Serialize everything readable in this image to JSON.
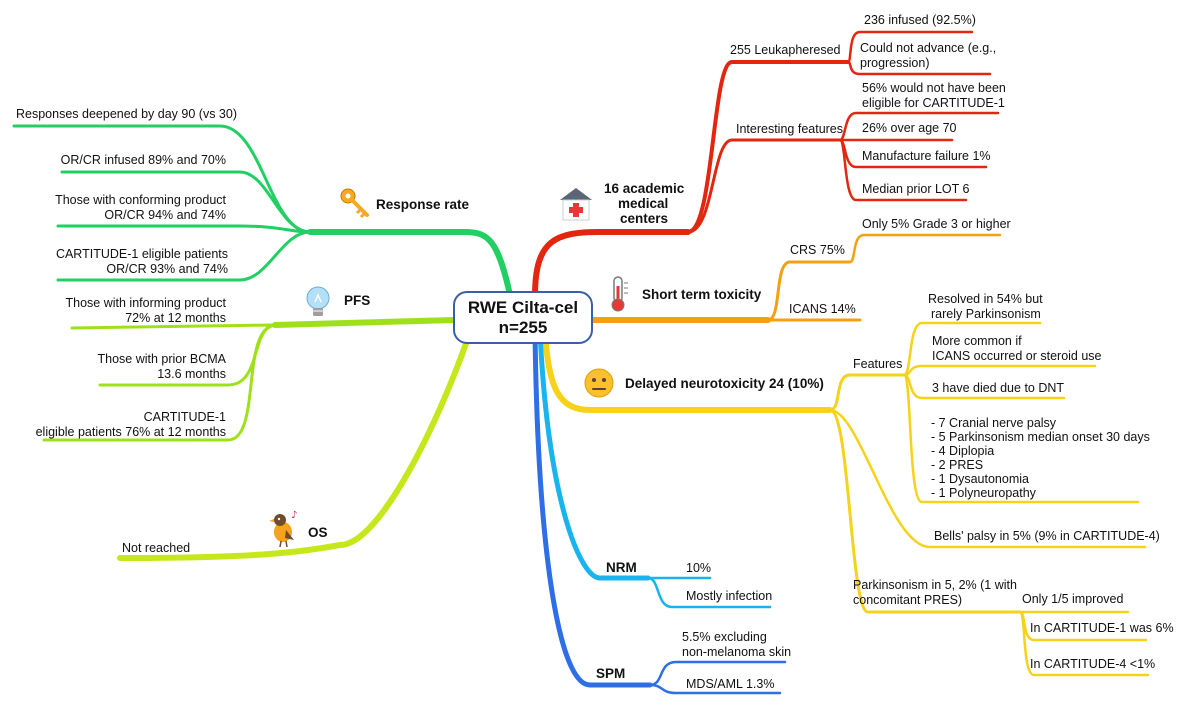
{
  "center": {
    "line1": "RWE Cilta-cel",
    "line2": "n=255"
  },
  "colors": {
    "red": "#e3260f",
    "orange": "#f5a010",
    "yellow": "#f6d21a",
    "lightblue": "#19b4ec",
    "blue": "#2f6fe6",
    "green": "#21cf62",
    "lime": "#9ee11b",
    "yellowgreen": "#c6e71a"
  },
  "academic": {
    "title": [
      "16 academic",
      "medical",
      "centers"
    ],
    "icon": "hospital-icon",
    "leukapheresed": "255 Leukapheresed",
    "infused": "236 infused (92.5%)",
    "not_advance": [
      "Could not advance (e.g.,",
      "progression)"
    ],
    "interesting": "Interesting features",
    "eligible": [
      "56% would not have been",
      "eligible for CARTITUDE-1"
    ],
    "over70": "26% over age 70",
    "manufacture": "Manufacture failure 1%",
    "median_lot": "Median prior LOT 6"
  },
  "short_term": {
    "title": "Short term toxicity",
    "icon": "thermometer-icon",
    "crs": "CRS 75%",
    "grade3": "Only 5% Grade 3 or higher",
    "icans": "ICANS 14%"
  },
  "delayed": {
    "title": "Delayed neurotoxicity  24 (10%)",
    "icon": "neutral-face-icon",
    "features": "Features",
    "resolved": [
      "Resolved in 54% but",
      "rarely Parkinsonism"
    ],
    "more_common": [
      "More common if",
      "ICANS occurred or steroid use"
    ],
    "died": "3 have died due to DNT",
    "list": [
      "- 7 Cranial nerve palsy",
      "- 5 Parkinsonism median onset 30 days",
      "- 4 Diplopia",
      "- 2 PRES",
      "- 1 Dysautonomia",
      "- 1 Polyneuropathy"
    ],
    "bells": "Bells' palsy in 5% (9% in CARTITUDE-4)",
    "parkinsonism": [
      "Parkinsonism in 5, 2% (1 with",
      "concomitant PRES)"
    ],
    "improved": "Only 1/5 improved",
    "cartitude1": "In CARTITUDE-1 was 6%",
    "cartitude4": "In CARTITUDE-4 <1%"
  },
  "nrm": {
    "title": "NRM",
    "pct": "10%",
    "infection": "Mostly infection"
  },
  "spm": {
    "title": "SPM",
    "excluding": [
      "5.5% excluding",
      "non-melanoma skin"
    ],
    "mds": "MDS/AML 1.3%"
  },
  "response": {
    "title": "Response rate",
    "icon": "key-icon",
    "deepened": "Responses deepened by day 90 (vs 30)",
    "orcr": "OR/CR infused 89% and 70%",
    "conforming": [
      "Those with conforming product",
      "OR/CR 94% and 74%"
    ],
    "eligible": [
      "CARTITUDE-1 eligible patients",
      "OR/CR 93% and 74%"
    ]
  },
  "pfs": {
    "title": "PFS",
    "icon": "lightbulb-icon",
    "informing": [
      "Those with informing product",
      "72% at 12 months"
    ],
    "bcma": [
      "Those with prior BCMA",
      "13.6 months"
    ],
    "cartitude": [
      "CARTITUDE-1",
      "eligible patients 76% at 12 months"
    ]
  },
  "os": {
    "title": "OS",
    "icon": "bird-icon",
    "not_reached": "Not reached"
  }
}
